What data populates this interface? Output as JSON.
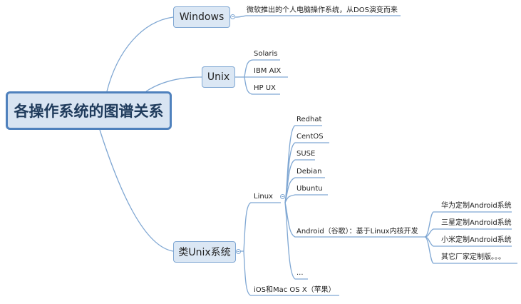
{
  "root": {
    "label": "各操作系统的图谱关系"
  },
  "windows": {
    "label": "Windows",
    "note": "微软推出的个人电脑操作系统，从DOS演变而来"
  },
  "unix": {
    "label": "Unix",
    "children": [
      "Solaris",
      "IBM AIX",
      "HP UX"
    ]
  },
  "unix_like": {
    "label": "类Unix系统",
    "linux": {
      "label": "Linux",
      "distros": [
        "Redhat",
        "CentOS",
        "SUSE",
        "Debian",
        "Ubuntu"
      ],
      "android": {
        "label": "Android（谷歌）：基于Linux内核开发",
        "vendors": [
          "华为定制Android系统",
          "三星定制Android系统",
          "小米定制Android系统",
          "其它厂家定制版。。。"
        ]
      },
      "more": "..."
    },
    "ios": "iOS和Mac OS X（苹果）"
  },
  "colors": {
    "line": "#7fa7d3",
    "root_border": "#4f81bd",
    "node_fill": "#dbe7f4"
  }
}
